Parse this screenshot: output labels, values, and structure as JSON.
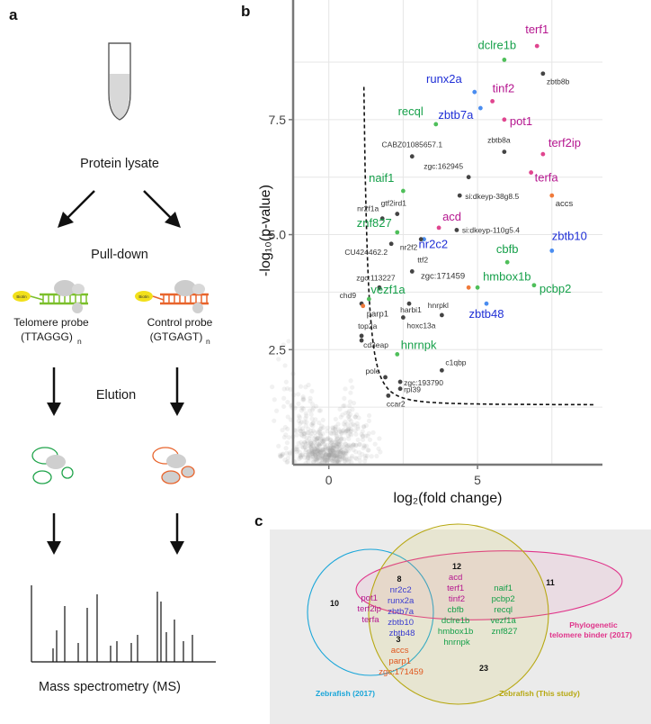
{
  "panels": {
    "a": "a",
    "b": "b",
    "c": "c"
  },
  "workflow": {
    "lysate": "Protein lysate",
    "pulldown": "Pull-down",
    "biotin": "Biotin",
    "telomere_probe": "Telomere probe",
    "telomere_seq": "(TTAGGG)",
    "control_probe": "Control probe",
    "control_seq": "(GTGAGT)",
    "subscript_n": "n",
    "elution": "Elution",
    "ms": "Mass spectrometry (MS)"
  },
  "chart_data": {
    "type": "scatter",
    "xlabel": "log₂(fold change)",
    "ylabel": "-log₁₀(p-value)",
    "xlim": [
      -1.2,
      9.2
    ],
    "ylim": [
      0.0,
      10.1
    ],
    "xticks": [
      "0",
      "5"
    ],
    "yticks": [
      "2.5",
      "5.0",
      "7.5"
    ],
    "threshold": "dashed curve",
    "grid": true,
    "colors": {
      "magenta": "#b5168f",
      "green": "#16a04a",
      "blue": "#1f2fd6",
      "orange": "#e0561d",
      "gray": "#444444",
      "pt_blue": "#4a8df0",
      "pt_magenta": "#e0458f",
      "pt_green": "#4fbf5a",
      "pt_orange": "#f07a3a"
    },
    "points": [
      {
        "label": "terf1",
        "x": 7.0,
        "y": 9.1,
        "group": "magenta",
        "large": true
      },
      {
        "label": "dclre1b",
        "x": 5.9,
        "y": 8.8,
        "group": "green",
        "large": true
      },
      {
        "label": "zbtb8b",
        "x": 7.2,
        "y": 8.5,
        "group": "gray",
        "large": false
      },
      {
        "label": "runx2a",
        "x": 4.9,
        "y": 8.1,
        "group": "blue",
        "large": true
      },
      {
        "label": "tinf2",
        "x": 5.5,
        "y": 7.9,
        "group": "magenta",
        "large": true
      },
      {
        "label": "zbtb7a",
        "x": 5.1,
        "y": 7.75,
        "group": "blue",
        "large": true
      },
      {
        "label": "recql",
        "x": 3.6,
        "y": 7.4,
        "group": "green",
        "large": true
      },
      {
        "label": "pot1",
        "x": 5.9,
        "y": 7.5,
        "group": "magenta",
        "large": true
      },
      {
        "label": "CABZ01085657.1",
        "x": 2.8,
        "y": 6.7,
        "group": "gray",
        "large": false
      },
      {
        "label": "zbtb8a",
        "x": 5.9,
        "y": 6.8,
        "group": "gray",
        "large": false
      },
      {
        "label": "terf2ip",
        "x": 7.2,
        "y": 6.75,
        "group": "magenta",
        "large": true
      },
      {
        "label": "zgc:162945",
        "x": 4.7,
        "y": 6.25,
        "group": "gray",
        "large": false
      },
      {
        "label": "naif1",
        "x": 2.5,
        "y": 5.95,
        "group": "green",
        "large": true
      },
      {
        "label": "terfa",
        "x": 6.8,
        "y": 6.35,
        "group": "magenta",
        "large": true
      },
      {
        "label": "gtf2ird1",
        "x": 2.3,
        "y": 5.45,
        "group": "gray",
        "large": false
      },
      {
        "label": "si:dkeyp-38g8.5",
        "x": 4.4,
        "y": 5.85,
        "group": "gray",
        "large": false
      },
      {
        "label": "accs",
        "x": 7.5,
        "y": 5.85,
        "group": "orange",
        "large": false
      },
      {
        "label": "nr2f1a",
        "x": 1.8,
        "y": 5.35,
        "group": "gray",
        "large": false
      },
      {
        "label": "znf827",
        "x": 2.3,
        "y": 5.05,
        "group": "green",
        "large": true
      },
      {
        "label": "acd",
        "x": 3.7,
        "y": 5.15,
        "group": "magenta",
        "large": true
      },
      {
        "label": "si:dkeyp-110g5.4",
        "x": 4.3,
        "y": 5.1,
        "group": "gray",
        "large": false
      },
      {
        "label": "nr2c2",
        "x": 3.2,
        "y": 4.9,
        "group": "blue",
        "large": true
      },
      {
        "label": "zbtb10",
        "x": 7.5,
        "y": 4.65,
        "group": "blue",
        "large": true
      },
      {
        "label": "nr2f2",
        "x": 3.1,
        "y": 4.9,
        "group": "gray",
        "large": false
      },
      {
        "label": "CU424462.2",
        "x": 2.1,
        "y": 4.8,
        "group": "gray",
        "large": false
      },
      {
        "label": "cbfb",
        "x": 6.0,
        "y": 4.4,
        "group": "green",
        "large": true
      },
      {
        "label": "ttf2",
        "x": 2.8,
        "y": 4.2,
        "group": "gray",
        "large": false
      },
      {
        "label": "zgc:113227",
        "x": 1.7,
        "y": 3.85,
        "group": "gray",
        "large": false
      },
      {
        "label": "zgc:171459",
        "x": 4.7,
        "y": 3.85,
        "group": "orange",
        "large": false
      },
      {
        "label": "hmbox1b",
        "x": 5.0,
        "y": 3.85,
        "group": "green",
        "large": true
      },
      {
        "label": "pcbp2",
        "x": 6.9,
        "y": 3.9,
        "group": "green",
        "large": true
      },
      {
        "label": "vezf1a",
        "x": 1.35,
        "y": 3.6,
        "group": "green",
        "large": true
      },
      {
        "label": "chd9",
        "x": 1.1,
        "y": 3.5,
        "group": "gray",
        "large": false
      },
      {
        "label": "parp1",
        "x": 1.15,
        "y": 3.45,
        "group": "orange",
        "large": false
      },
      {
        "label": "harbi1",
        "x": 2.7,
        "y": 3.5,
        "group": "gray",
        "large": false
      },
      {
        "label": "zbtb48",
        "x": 5.3,
        "y": 3.5,
        "group": "blue",
        "large": true
      },
      {
        "label": "hnrpkl",
        "x": 3.8,
        "y": 3.25,
        "group": "gray",
        "large": false
      },
      {
        "label": "hoxc13a",
        "x": 2.5,
        "y": 3.2,
        "group": "gray",
        "large": false
      },
      {
        "label": "top2a",
        "x": 1.1,
        "y": 2.8,
        "group": "gray",
        "large": false
      },
      {
        "label": "cd3eap",
        "x": 1.1,
        "y": 2.7,
        "group": "gray",
        "large": false
      },
      {
        "label": "hnrnpk",
        "x": 2.3,
        "y": 2.4,
        "group": "green",
        "large": true
      },
      {
        "label": "c1qbp",
        "x": 3.8,
        "y": 2.05,
        "group": "gray",
        "large": false
      },
      {
        "label": "pole",
        "x": 1.9,
        "y": 1.9,
        "group": "gray",
        "large": false
      },
      {
        "label": "zgc:193790",
        "x": 2.4,
        "y": 1.8,
        "group": "gray",
        "large": false
      },
      {
        "label": "rpl39",
        "x": 2.4,
        "y": 1.65,
        "group": "gray",
        "large": false
      },
      {
        "label": "ccar2",
        "x": 2.0,
        "y": 1.5,
        "group": "gray",
        "large": false
      }
    ]
  },
  "venn": {
    "sets": {
      "zebrafish_2017": "Zebrafish (2017)",
      "zebrafish_this_study": "Zebrafish (This study)",
      "phylogenetic_line1": "Phylogenetic",
      "phylogenetic_line2": "telomere binder (2017)"
    },
    "counts": {
      "zf2017_only": "10",
      "zf2017_phylo_overlap": "8",
      "all_three": "3",
      "study_phylo": "12",
      "phylo_only": "11",
      "study_only": "23"
    },
    "genes": {
      "all3_magenta": [
        "pot1",
        "terf2ip",
        "terfa"
      ],
      "all3_blue": [
        "nr2c2",
        "runx2a",
        "zbtb7a",
        "zbtb10",
        "zbtb48"
      ],
      "zf2017_study_orange": [
        "accs",
        "parp1",
        "zgc:171459"
      ],
      "study_phylo_magenta": [
        "acd",
        "terf1",
        "tinf2"
      ],
      "study_phylo_green_col1": [
        "cbfb",
        "dclre1b",
        "hmbox1b",
        "hnrnpk"
      ],
      "study_phylo_green_col2": [
        "naif1",
        "pcbp2",
        "recql",
        "vezf1a",
        "znf827"
      ]
    },
    "colors": {
      "zf2017": "#1aa6d9",
      "study": "#b7a812",
      "phylo": "#e0338a",
      "panel_bg": "#ebebeb"
    }
  }
}
